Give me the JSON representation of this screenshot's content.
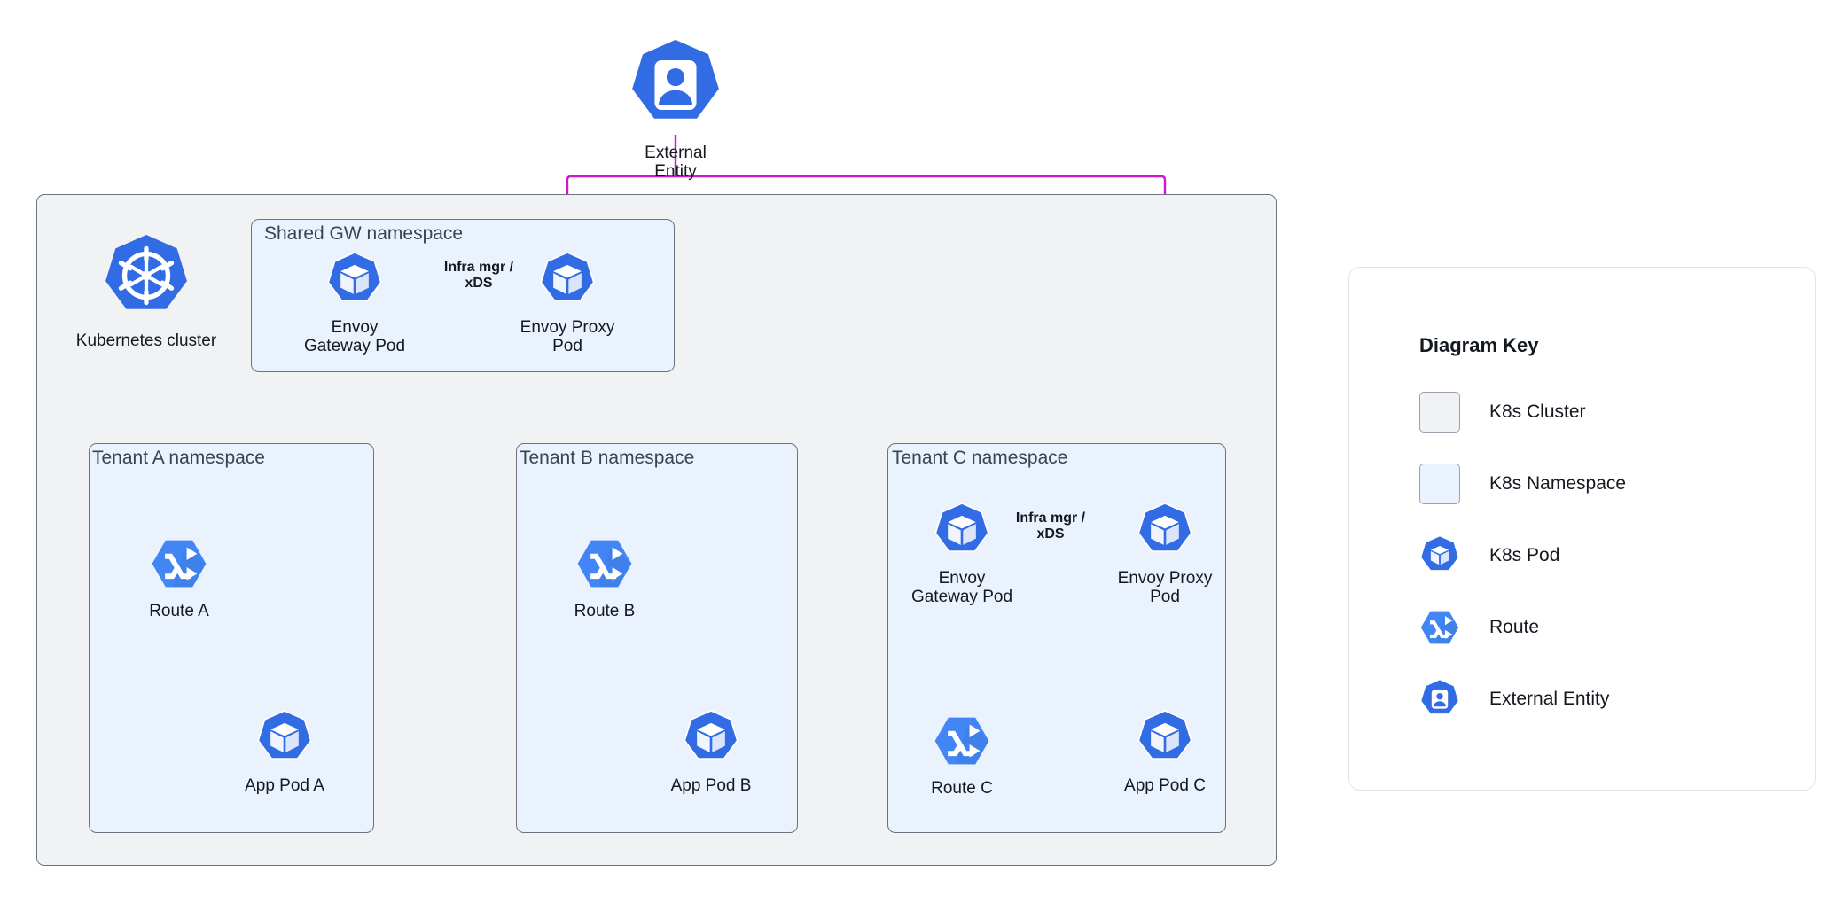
{
  "colors": {
    "pod_blue": "#326CE5",
    "route_blue": "#4285F4",
    "cluster_fill": "#F1F2F4",
    "namespace_fill": "#EAF2FD",
    "border_gray": "#6C7380",
    "edge_green": "#10795F",
    "edge_magenta": "#CC18CC",
    "edge_dark": "#23272E",
    "legend_border": "#E2E4E8",
    "text": "#14181F"
  },
  "top": {
    "external_entity": {
      "label": "External Entity",
      "icon": "external-entity-icon"
    }
  },
  "cluster": {
    "label": "Kubernetes cluster",
    "icon": "kubernetes-helm-icon"
  },
  "namespaces": [
    {
      "id": "shared-gw",
      "label": "Shared GW namespace",
      "nodes": [
        {
          "id": "shared-envoy-gateway-pod",
          "label": "Envoy\nGateway Pod",
          "icon": "k8s-pod-icon"
        },
        {
          "id": "shared-envoy-proxy-pod",
          "label": "Envoy Proxy\nPod",
          "icon": "k8s-pod-icon"
        }
      ],
      "edge_label": "Infra mgr /\nxDS"
    },
    {
      "id": "tenant-a",
      "label": "Tenant A namespace",
      "nodes": [
        {
          "id": "route-a",
          "label": "Route A",
          "icon": "route-icon"
        },
        {
          "id": "app-pod-a",
          "label": "App Pod A",
          "icon": "k8s-pod-icon"
        }
      ]
    },
    {
      "id": "tenant-b",
      "label": "Tenant B namespace",
      "nodes": [
        {
          "id": "route-b",
          "label": "Route B",
          "icon": "route-icon"
        },
        {
          "id": "app-pod-b",
          "label": "App Pod B",
          "icon": "k8s-pod-icon"
        }
      ]
    },
    {
      "id": "tenant-c",
      "label": "Tenant C namespace",
      "nodes": [
        {
          "id": "tenant-c-envoy-gateway-pod",
          "label": "Envoy\nGateway Pod",
          "icon": "k8s-pod-icon"
        },
        {
          "id": "tenant-c-envoy-proxy-pod",
          "label": "Envoy Proxy\nPod",
          "icon": "k8s-pod-icon"
        },
        {
          "id": "route-c",
          "label": "Route C",
          "icon": "route-icon"
        },
        {
          "id": "app-pod-c",
          "label": "App Pod C",
          "icon": "k8s-pod-icon"
        }
      ],
      "edge_label": "Infra mgr /\nxDS"
    }
  ],
  "legend": {
    "title": "Diagram Key",
    "items": [
      {
        "id": "k8s-cluster",
        "label": "K8s Cluster",
        "swatch": "cluster-square"
      },
      {
        "id": "k8s-namespace",
        "label": "K8s Namespace",
        "swatch": "namespace-square"
      },
      {
        "id": "k8s-pod",
        "label": "K8s Pod",
        "swatch": "k8s-pod-icon"
      },
      {
        "id": "route",
        "label": "Route",
        "swatch": "route-icon"
      },
      {
        "id": "external-entity",
        "label": "External Entity",
        "swatch": "external-entity-icon"
      }
    ]
  }
}
